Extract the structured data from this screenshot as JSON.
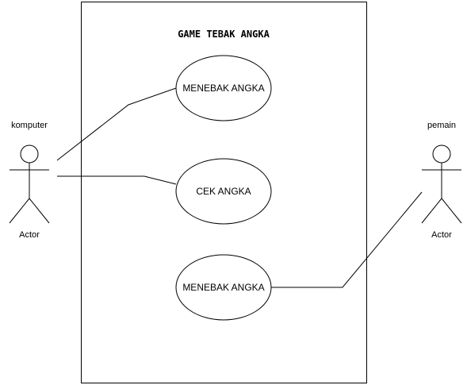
{
  "system": {
    "title": "GAME TEBAK ANGKA"
  },
  "use_cases": [
    {
      "label": "MENEBAK ANGKA"
    },
    {
      "label": "CEK ANGKA"
    },
    {
      "label": "MENEBAK ANGKA"
    }
  ],
  "actors": [
    {
      "name": "komputer",
      "type_label": "Actor"
    },
    {
      "name": "pemain",
      "type_label": "Actor"
    }
  ]
}
